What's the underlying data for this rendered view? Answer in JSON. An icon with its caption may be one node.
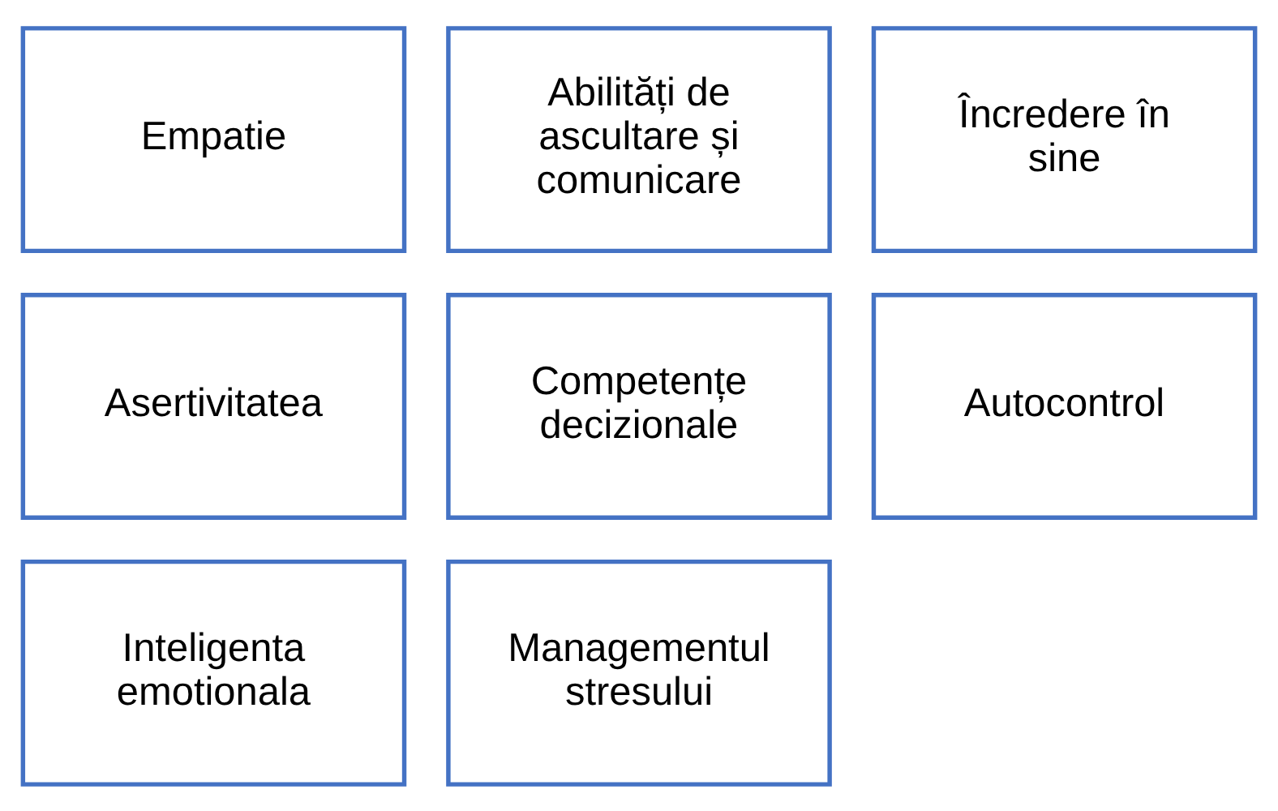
{
  "diagram": {
    "nodes": [
      {
        "text": [
          "Empatie"
        ]
      },
      {
        "text": [
          "Abilități de ascultare și comunicare"
        ]
      },
      {
        "text": [
          "Încredere în sine"
        ]
      },
      {
        "text": [
          "Asertivitatea"
        ]
      },
      {
        "text": [
          "Competențe decizionale"
        ]
      },
      {
        "text": [
          "Autocontrol"
        ]
      },
      {
        "text": [
          "Inteligenta emotionala"
        ]
      },
      {
        "text": [
          "Managementul stresului"
        ]
      }
    ],
    "edges": []
  }
}
